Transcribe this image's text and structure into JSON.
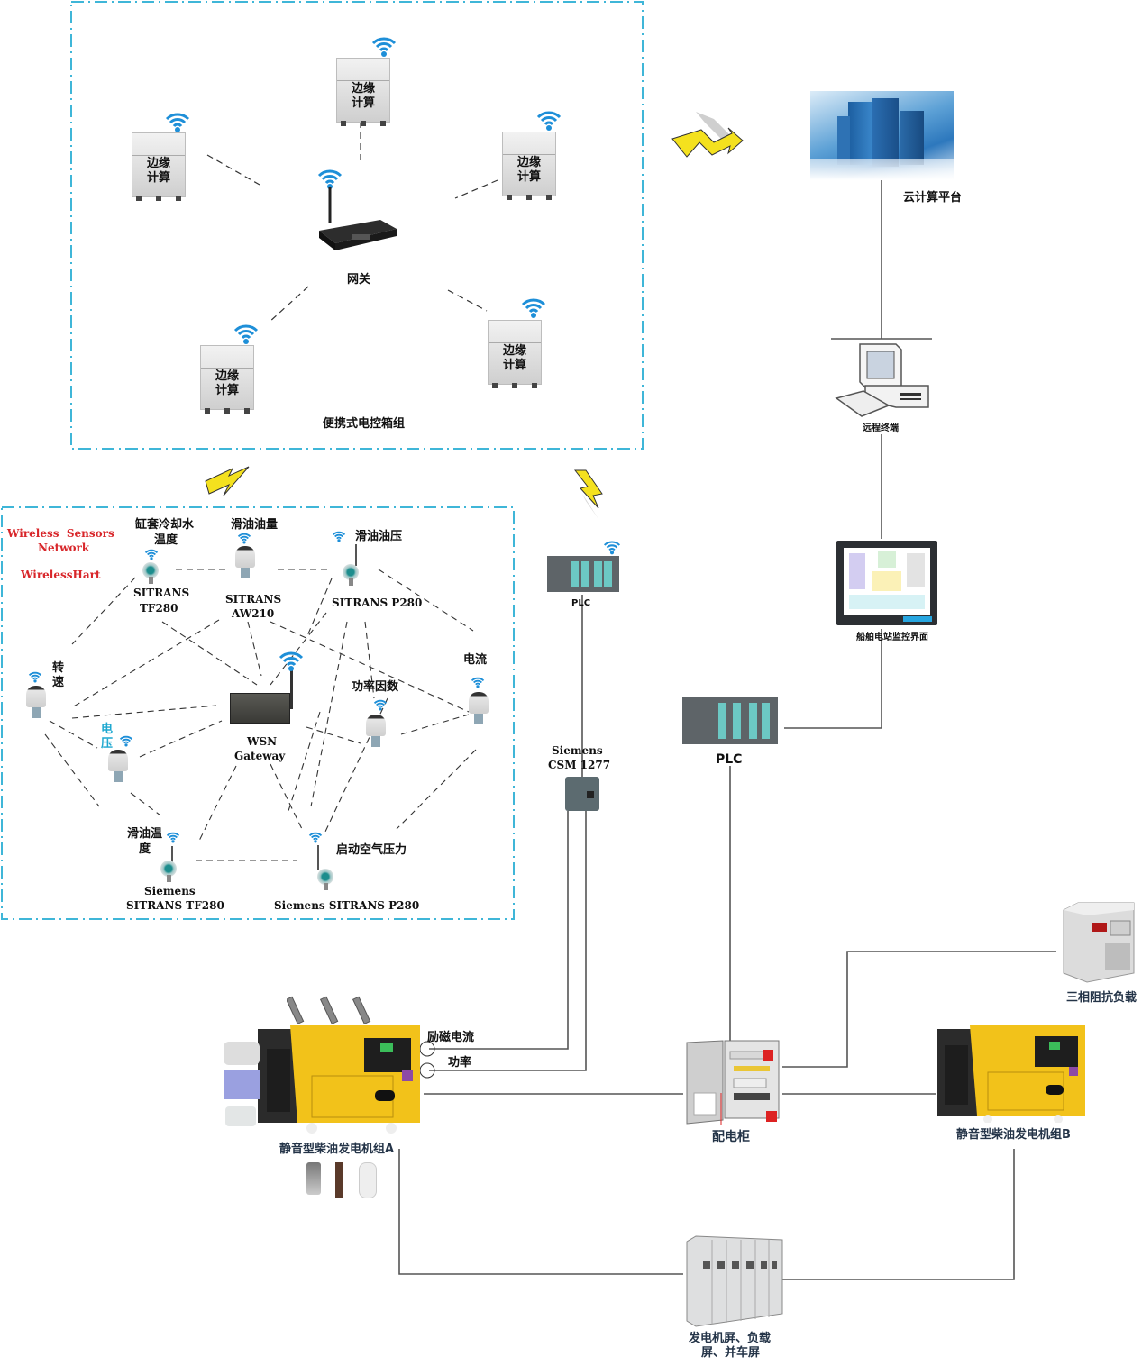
{
  "top_group": {
    "title": "便携式电控箱组",
    "gateway_label": "网关",
    "edge_nodes": [
      {
        "label": "边缘\n计算"
      },
      {
        "label": "边缘\n计算"
      },
      {
        "label": "边缘\n计算"
      },
      {
        "label": "边缘\n计算"
      },
      {
        "label": "边缘\n计算"
      }
    ],
    "edge_line1": "边缘",
    "edge_line2": "计算"
  },
  "cloud": {
    "label": "云计算平台"
  },
  "remote_terminal": {
    "label": "远程终端"
  },
  "monitor": {
    "label": "船舶电站监控界面"
  },
  "wsn": {
    "title_line1": "Wireless  Sensors",
    "title_line2": "Network",
    "protocol": "WirelessHart",
    "gateway_line1": "WSN",
    "gateway_line2": "Gateway",
    "sensors": [
      {
        "name_line1": "缸套冷却水",
        "name_line2": "温度",
        "model_line1": "SITRANS",
        "model_line2": "TF280"
      },
      {
        "name_line1": "滑油油量",
        "model_line1": "SITRANS",
        "model_line2": "AW210"
      },
      {
        "name_line1": "滑油油压",
        "model_line1": "SITRANS P280"
      },
      {
        "name_line1": "转",
        "name_line2": "速"
      },
      {
        "name_line1": "电",
        "name_line2": "压"
      },
      {
        "name_line1": "功率因数"
      },
      {
        "name_line1": "电流"
      },
      {
        "name_line1": "滑油温",
        "name_line2": "度",
        "model_line1": "Siemens",
        "model_line2": "SITRANS TF280"
      },
      {
        "name_line1": "启动空气压力",
        "model_line1": "Siemens SITRANS P280"
      }
    ]
  },
  "plc_top": {
    "label": "PLC"
  },
  "csm": {
    "line1": "Siemens",
    "line2": "CSM 1277"
  },
  "plc_main": {
    "label": "PLC"
  },
  "generator_a": {
    "label": "静音型柴油发电机组A"
  },
  "generator_b": {
    "label": "静音型柴油发电机组B"
  },
  "signals": {
    "excitation": "励磁电流",
    "power": "功率"
  },
  "distribution": {
    "label": "配电柜"
  },
  "load": {
    "label": "三相阻抗负载"
  },
  "switchboard": {
    "line1": "发电机屏、负载",
    "line2": "屏、并车屏"
  },
  "colors": {
    "boundary": "#3fb6d8",
    "wsn_title": "#d8262a",
    "voltage_label": "#1fa8d0",
    "generator": "#f2c21a",
    "wifi": "#1e8fd8"
  }
}
